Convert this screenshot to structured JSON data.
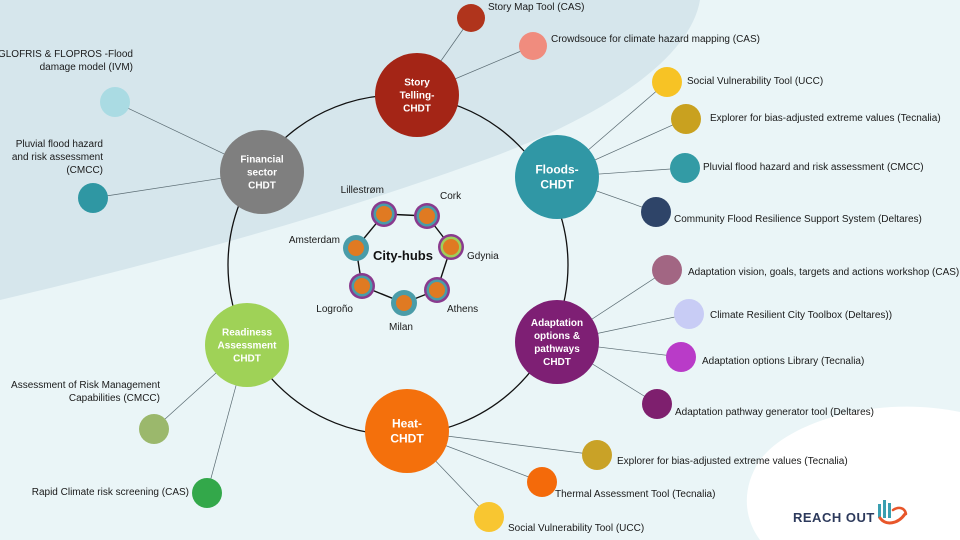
{
  "colors": {
    "story": "#a42516",
    "floods": "#3097a5",
    "adaptation": "#7e1f74",
    "heat": "#f4700c",
    "readiness": "#9fd257",
    "financial": "#7f7f7f",
    "city_ring": "#8a3a8e",
    "city_core": "#e07a22",
    "city_mid_teal": "#4a9ca8",
    "city_mid_green": "#9fcf5a"
  },
  "hubs": [
    {
      "id": "story",
      "lines": [
        "Story",
        "Telling-",
        "CHDT"
      ],
      "font_size": 10
    },
    {
      "id": "floods",
      "lines": [
        "Floods-",
        "CHDT"
      ],
      "font_size": 12
    },
    {
      "id": "adaptation",
      "lines": [
        "Adaptation",
        "options &",
        "pathways",
        "CHDT"
      ],
      "font_size": 10
    },
    {
      "id": "heat",
      "lines": [
        "Heat-",
        "CHDT"
      ],
      "font_size": 12
    },
    {
      "id": "readiness",
      "lines": [
        "Readiness",
        "Assessment",
        "CHDT"
      ],
      "font_size": 10
    },
    {
      "id": "financial",
      "lines": [
        "Financial",
        "sector",
        "CHDT"
      ],
      "font_size": 10
    }
  ],
  "center_label": "City-hubs",
  "cities": [
    {
      "name": "Lillestrøm",
      "ring": "teal"
    },
    {
      "name": "Cork",
      "ring": "teal"
    },
    {
      "name": "Gdynia",
      "ring": "green"
    },
    {
      "name": "Athens",
      "ring": "teal"
    },
    {
      "name": "Milan",
      "ring": "plain"
    },
    {
      "name": "Logroño",
      "ring": "teal"
    },
    {
      "name": "Amsterdam",
      "ring": "plain"
    }
  ],
  "tools": [
    {
      "hub": "story",
      "color": "#b0341c",
      "lines": [
        "Story Map Tool (CAS)"
      ]
    },
    {
      "hub": "story",
      "color": "#f08c7e",
      "lines": [
        "Crowdsouce for climate hazard mapping (CAS)"
      ]
    },
    {
      "hub": "floods",
      "color": "#f7c325",
      "lines": [
        "Social Vulnerability Tool (UCC)"
      ]
    },
    {
      "hub": "floods",
      "color": "#c9a11f",
      "lines": [
        "Explorer for bias-adjusted extreme values (Tecnalia)"
      ]
    },
    {
      "hub": "floods",
      "color": "#339ba5",
      "lines": [
        "Pluvial flood hazard and risk assessment  (CMCC)"
      ]
    },
    {
      "hub": "floods",
      "color": "#2e4468",
      "lines": [
        "Community Flood Resilience Support System (Deltares)"
      ]
    },
    {
      "hub": "adaptation",
      "color": "#a26683",
      "lines": [
        "Adaptation vision, goals, targets and actions workshop (CAS)"
      ]
    },
    {
      "hub": "adaptation",
      "color": "#c8ccf5",
      "lines": [
        "Climate  Resilient City Toolbox (Deltares))"
      ]
    },
    {
      "hub": "adaptation",
      "color": "#b93bc8",
      "lines": [
        "Adaptation options Library (Tecnalia)"
      ]
    },
    {
      "hub": "adaptation",
      "color": "#7e1f6e",
      "lines": [
        "Adaptation  pathway generator  tool (Deltares)"
      ]
    },
    {
      "hub": "heat",
      "color": "#c9a227",
      "lines": [
        "Explorer for bias-adjusted extreme values (Tecnalia)"
      ]
    },
    {
      "hub": "heat",
      "color": "#f46a0a",
      "lines": [
        "Thermal Assessment Tool  (Tecnalia)"
      ]
    },
    {
      "hub": "heat",
      "color": "#f8c631",
      "lines": [
        "Social Vulnerability Tool (UCC)"
      ]
    },
    {
      "hub": "readiness",
      "color": "#9bb86c",
      "lines": [
        "Assessment of Risk Management",
        "Capabilities (CMCC)"
      ]
    },
    {
      "hub": "readiness",
      "color": "#33a84a",
      "lines": [
        "Rapid Climate risk screening (CAS)"
      ]
    },
    {
      "hub": "financial",
      "color": "#aadbe3",
      "lines": [
        "GLOFRIS & FLOPROS -Flood",
        "damage model (IVM)"
      ]
    },
    {
      "hub": "financial",
      "color": "#2f97a3",
      "lines": [
        "Pluvial flood hazard",
        "and risk assessment",
        "(CMCC)"
      ]
    }
  ],
  "logo": {
    "text": "REACH OUT"
  }
}
